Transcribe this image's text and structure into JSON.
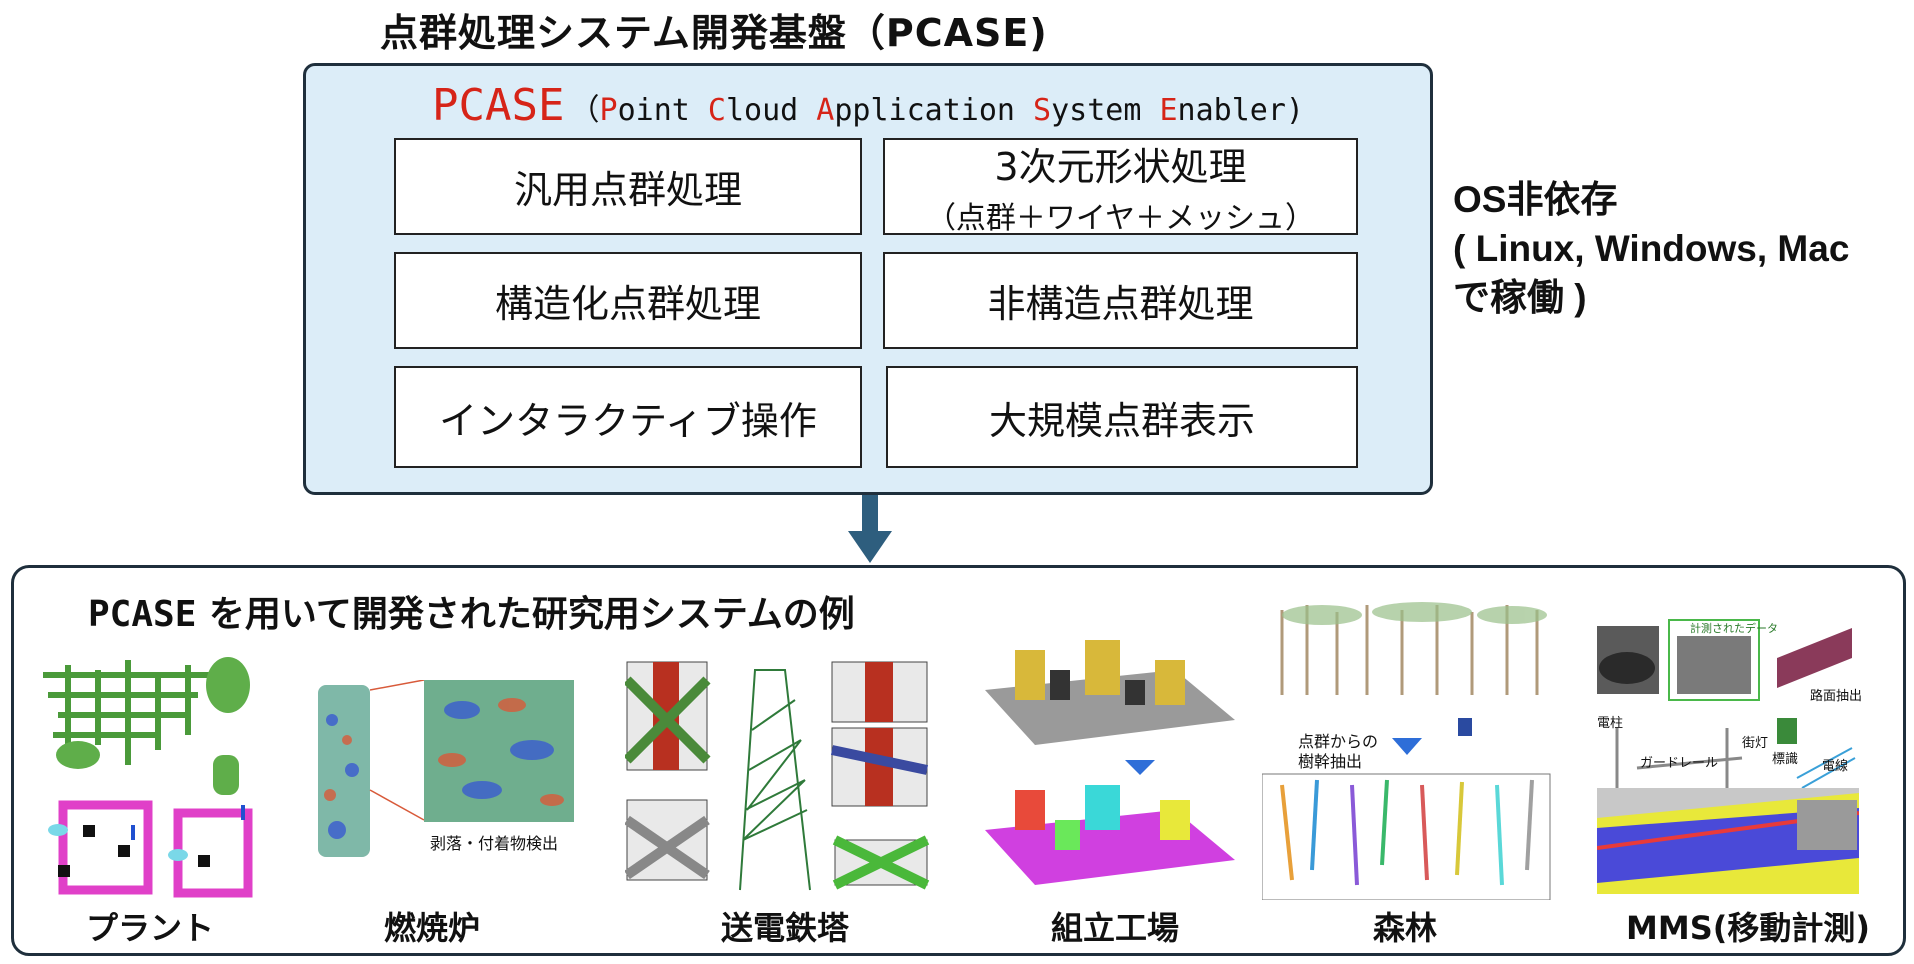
{
  "title": "点群処理システム開発基盤（PCASE)",
  "pcase_box": {
    "name": "PCASE",
    "full_open": "（",
    "full_parts": [
      {
        "t": "P",
        "hl": true
      },
      {
        "t": "oint ",
        "hl": false
      },
      {
        "t": "C",
        "hl": true
      },
      {
        "t": "loud ",
        "hl": false
      },
      {
        "t": "A",
        "hl": true
      },
      {
        "t": "pplication ",
        "hl": false
      },
      {
        "t": "S",
        "hl": true
      },
      {
        "t": "ystem ",
        "hl": false
      },
      {
        "t": "E",
        "hl": true
      },
      {
        "t": "nabler",
        "hl": false
      }
    ],
    "full_close": ")",
    "features": [
      {
        "label": "汎用点群処理",
        "sub": ""
      },
      {
        "label": "3次元形状処理",
        "sub": "（点群＋ワイヤ＋メッシュ）"
      },
      {
        "label": "構造化点群処理",
        "sub": ""
      },
      {
        "label": "非構造点群処理",
        "sub": ""
      },
      {
        "label": "インタラクティブ操作",
        "sub": ""
      },
      {
        "label": "大規模点群表示",
        "sub": ""
      }
    ]
  },
  "os_note": {
    "line1": "OS非依存",
    "line2": "( Linux, Windows, Mac",
    "line3": " で稼働 )"
  },
  "examples": {
    "title_mono": "PCASE",
    "title_rest": " を用いて開発された研究用システムの例",
    "items": [
      {
        "caption": "プラント",
        "annotations": []
      },
      {
        "caption": "燃焼炉",
        "annotations": [
          "剥落・付着物検出"
        ]
      },
      {
        "caption": "送電鉄塔",
        "annotations": []
      },
      {
        "caption": "組立工場",
        "annotations": []
      },
      {
        "caption": "森林",
        "annotations": [
          "点群からの",
          "樹幹抽出"
        ]
      },
      {
        "caption": "MMS(移動計測)",
        "annotations": [
          "計測されたデータ",
          "路面抽出",
          "電柱",
          "ガードレール",
          "街灯",
          "標識",
          "電線"
        ]
      }
    ]
  },
  "colors": {
    "accent": "#d62418",
    "box_fill": "#dcedf8",
    "border": "#1f2f3c",
    "arrow": "#2e5e7e"
  }
}
